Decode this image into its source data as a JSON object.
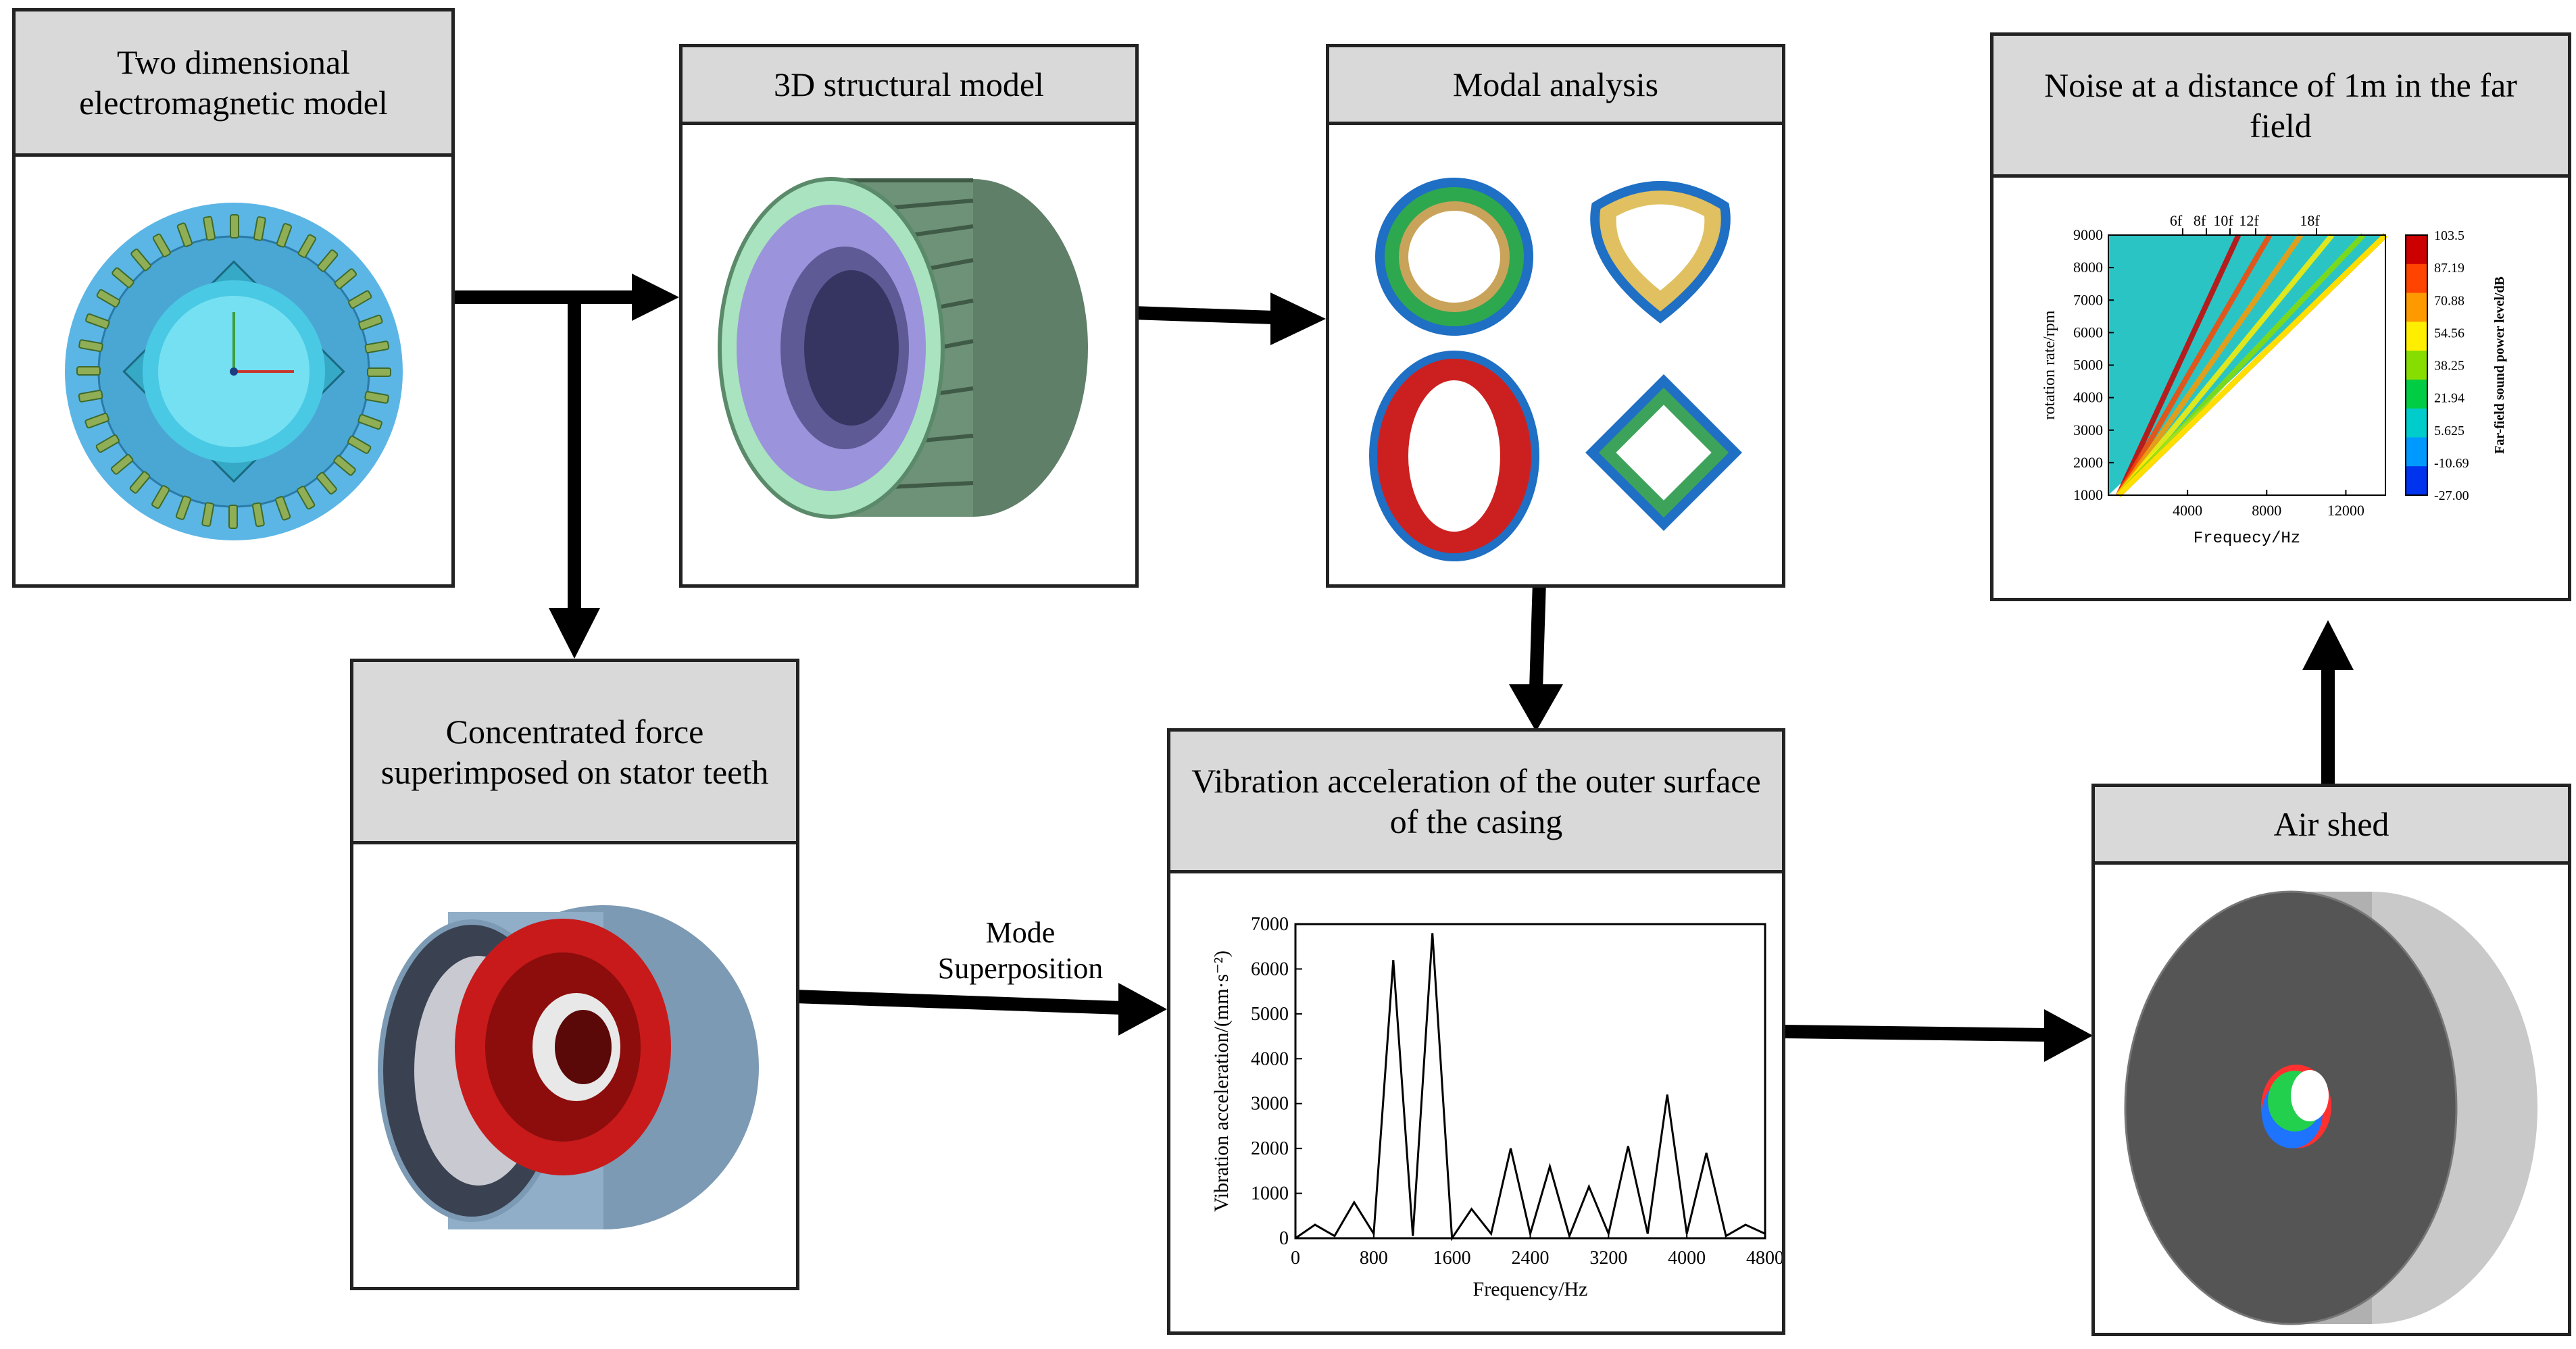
{
  "nodes": {
    "em_model": {
      "title": "Two dimensional electromagnetic model"
    },
    "struct_model": {
      "title": "3D structural model"
    },
    "modal": {
      "title": "Modal analysis"
    },
    "noise": {
      "title": "Noise at a distance of 1m in the far field"
    },
    "force": {
      "title": "Concentrated force superimposed on stator teeth"
    },
    "vibration": {
      "title": "Vibration acceleration of the outer surface of the casing"
    },
    "airshed": {
      "title": "Air shed"
    }
  },
  "edge_labels": {
    "mode_superposition": "Mode Superposition"
  },
  "chart_data": [
    {
      "type": "line",
      "xlabel": "Frequency/Hz",
      "ylabel": "Vibration acceleration/(mm·s⁻²)",
      "xlim": [
        0,
        4800
      ],
      "ylim": [
        0,
        7000
      ],
      "xticks": [
        0,
        800,
        1600,
        2400,
        3200,
        4000,
        4800
      ],
      "yticks": [
        0,
        1000,
        2000,
        3000,
        4000,
        5000,
        6000,
        7000
      ],
      "series": [
        {
          "x": [
            0,
            200,
            400,
            600,
            800,
            1000,
            1200,
            1400,
            1600,
            1800,
            2000,
            2200,
            2400,
            2600,
            2800,
            3000,
            3200,
            3400,
            3600,
            3800,
            4000,
            4200,
            4400,
            4600,
            4800
          ],
          "values": [
            0,
            300,
            50,
            800,
            100,
            6200,
            50,
            6800,
            0,
            650,
            100,
            2000,
            100,
            1600,
            50,
            1150,
            100,
            2050,
            100,
            3200,
            100,
            1900,
            50,
            300,
            100
          ]
        }
      ],
      "color": "#000000",
      "grid": false
    },
    {
      "type": "heatmap",
      "xlabel": "Frequecy/Hz",
      "ylabel": "rotation rate/rpm",
      "xlim": [
        0,
        14000
      ],
      "ylim": [
        1000,
        9000
      ],
      "xticks": [
        4000,
        8000,
        12000
      ],
      "yticks": [
        1000,
        2000,
        3000,
        4000,
        5000,
        6000,
        7000,
        8000,
        9000
      ],
      "order_markers": [
        "6f",
        "8f",
        "10f",
        "12f",
        "18f"
      ],
      "colorbar": {
        "label": "Far-field sound power level/dB",
        "ticks": [
          "103.5",
          "87.19",
          "70.88",
          "54.56",
          "38.25",
          "21.94",
          "5.625",
          "-10.69",
          "-27.00"
        ],
        "colors": [
          "#cc0000",
          "#ff4400",
          "#ff9900",
          "#ffee00",
          "#88dd00",
          "#00cc44",
          "#00cccc",
          "#0099ff",
          "#0033ee"
        ]
      }
    }
  ]
}
